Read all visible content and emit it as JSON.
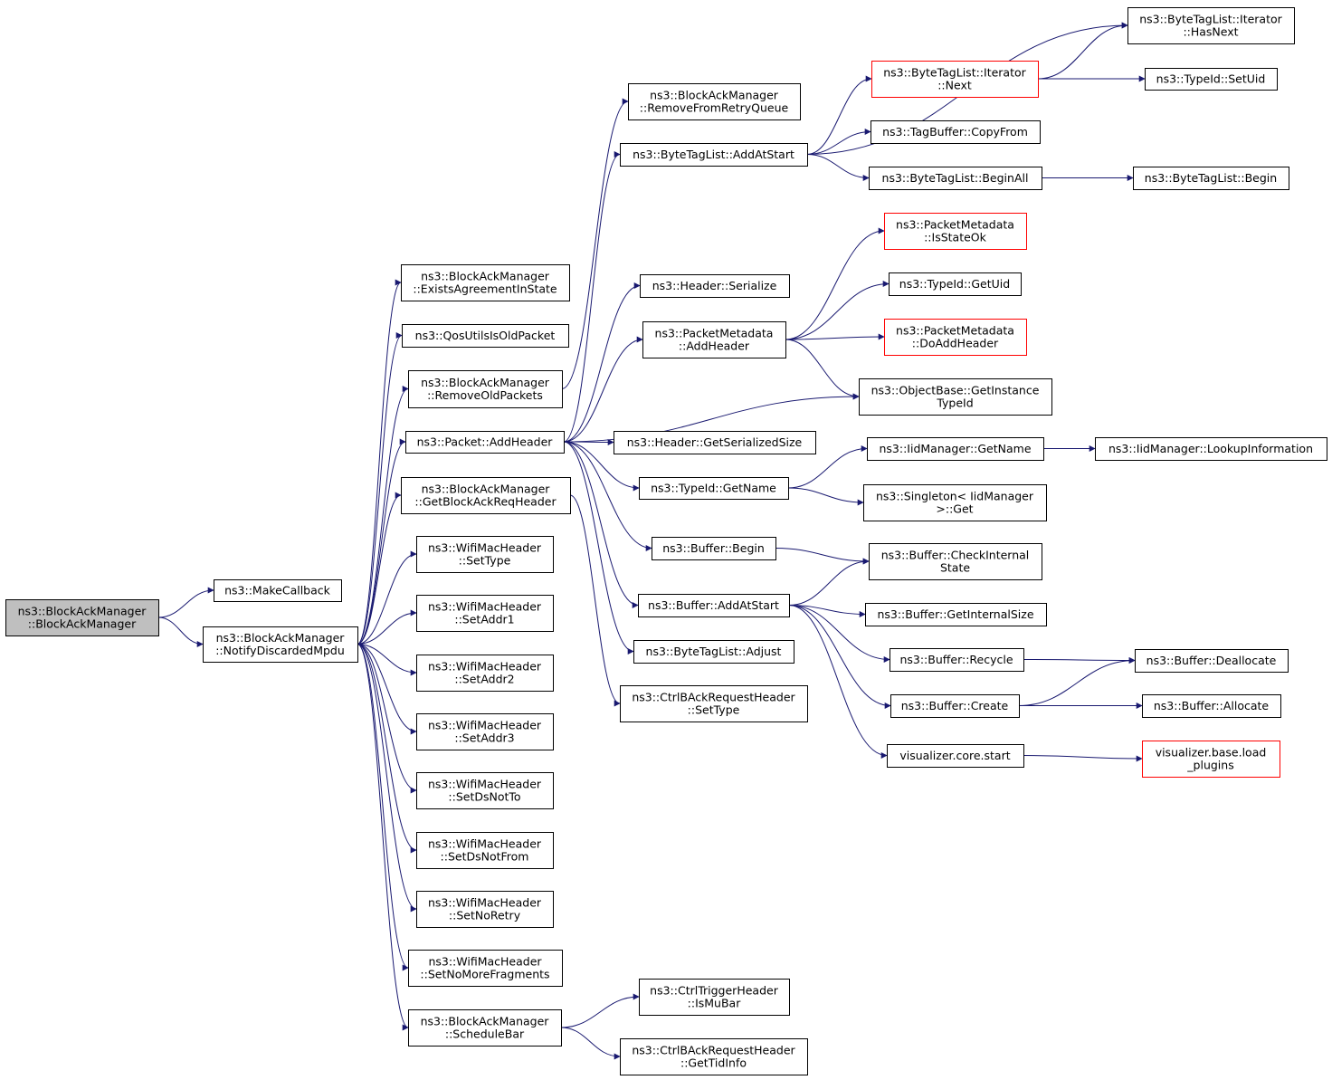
{
  "diagram": {
    "colors": {
      "edge": "#191970",
      "node_border": "#000000",
      "node_border_truncated": "#ff0000",
      "root_fill": "#bfbfbf",
      "node_fill": "#ffffff"
    },
    "nodes": [
      {
        "id": "root",
        "lines": [
          "ns3::BlockAckManager",
          "::BlockAckManager"
        ],
        "style": "root"
      },
      {
        "id": "makecb",
        "lines": [
          "ns3::MakeCallback"
        ],
        "style": "normal"
      },
      {
        "id": "notify",
        "lines": [
          "ns3::BlockAckManager",
          "::NotifyDiscardedMpdu"
        ],
        "style": "normal"
      },
      {
        "id": "exists",
        "lines": [
          "ns3::BlockAckManager",
          "::ExistsAgreementInState"
        ],
        "style": "normal"
      },
      {
        "id": "qosold",
        "lines": [
          "ns3::QosUtilsIsOldPacket"
        ],
        "style": "normal"
      },
      {
        "id": "removeold",
        "lines": [
          "ns3::BlockAckManager",
          "::RemoveOldPackets"
        ],
        "style": "normal"
      },
      {
        "id": "addheader",
        "lines": [
          "ns3::Packet::AddHeader"
        ],
        "style": "normal"
      },
      {
        "id": "getbar",
        "lines": [
          "ns3::BlockAckManager",
          "::GetBlockAckReqHeader"
        ],
        "style": "normal"
      },
      {
        "id": "settype",
        "lines": [
          "ns3::WifiMacHeader",
          "::SetType"
        ],
        "style": "normal"
      },
      {
        "id": "setaddr1",
        "lines": [
          "ns3::WifiMacHeader",
          "::SetAddr1"
        ],
        "style": "normal"
      },
      {
        "id": "setaddr2",
        "lines": [
          "ns3::WifiMacHeader",
          "::SetAddr2"
        ],
        "style": "normal"
      },
      {
        "id": "setaddr3",
        "lines": [
          "ns3::WifiMacHeader",
          "::SetAddr3"
        ],
        "style": "normal"
      },
      {
        "id": "setdsnotto",
        "lines": [
          "ns3::WifiMacHeader",
          "::SetDsNotTo"
        ],
        "style": "normal"
      },
      {
        "id": "setdsnotfrom",
        "lines": [
          "ns3::WifiMacHeader",
          "::SetDsNotFrom"
        ],
        "style": "normal"
      },
      {
        "id": "setnoretry",
        "lines": [
          "ns3::WifiMacHeader",
          "::SetNoRetry"
        ],
        "style": "normal"
      },
      {
        "id": "setnomore",
        "lines": [
          "ns3::WifiMacHeader",
          "::SetNoMoreFragments"
        ],
        "style": "normal"
      },
      {
        "id": "schedulebar",
        "lines": [
          "ns3::BlockAckManager",
          "::ScheduleBar"
        ],
        "style": "normal"
      },
      {
        "id": "removeretry",
        "lines": [
          "ns3::BlockAckManager",
          "::RemoveFromRetryQueue"
        ],
        "style": "normal"
      },
      {
        "id": "btl_addatstart",
        "lines": [
          "ns3::ByteTagList::AddAtStart"
        ],
        "style": "normal"
      },
      {
        "id": "hdr_serialize",
        "lines": [
          "ns3::Header::Serialize"
        ],
        "style": "normal"
      },
      {
        "id": "pm_addheader",
        "lines": [
          "ns3::PacketMetadata",
          "::AddHeader"
        ],
        "style": "normal"
      },
      {
        "id": "hdr_getsize",
        "lines": [
          "ns3::Header::GetSerializedSize"
        ],
        "style": "normal"
      },
      {
        "id": "typeid_getname",
        "lines": [
          "ns3::TypeId::GetName"
        ],
        "style": "normal"
      },
      {
        "id": "buf_begin",
        "lines": [
          "ns3::Buffer::Begin"
        ],
        "style": "normal"
      },
      {
        "id": "buf_addatstart",
        "lines": [
          "ns3::Buffer::AddAtStart"
        ],
        "style": "normal"
      },
      {
        "id": "btl_adjust",
        "lines": [
          "ns3::ByteTagList::Adjust"
        ],
        "style": "normal"
      },
      {
        "id": "ctrl_settype",
        "lines": [
          "ns3::CtrlBAckRequestHeader",
          "::SetType"
        ],
        "style": "normal"
      },
      {
        "id": "ismubar",
        "lines": [
          "ns3::CtrlTriggerHeader",
          "::IsMuBar"
        ],
        "style": "normal"
      },
      {
        "id": "gettidinfo",
        "lines": [
          "ns3::CtrlBAckRequestHeader",
          "::GetTidInfo"
        ],
        "style": "normal"
      },
      {
        "id": "it_hasnext",
        "lines": [
          "ns3::ByteTagList::Iterator",
          "::HasNext"
        ],
        "style": "normal"
      },
      {
        "id": "it_next",
        "lines": [
          "ns3::ByteTagList::Iterator",
          "::Next"
        ],
        "style": "truncated"
      },
      {
        "id": "typeid_setuid",
        "lines": [
          "ns3::TypeId::SetUid"
        ],
        "style": "normal"
      },
      {
        "id": "tagbuf_copyfrom",
        "lines": [
          "ns3::TagBuffer::CopyFrom"
        ],
        "style": "normal"
      },
      {
        "id": "btl_beginall",
        "lines": [
          "ns3::ByteTagList::BeginAll"
        ],
        "style": "normal"
      },
      {
        "id": "btl_begin",
        "lines": [
          "ns3::ByteTagList::Begin"
        ],
        "style": "normal"
      },
      {
        "id": "pm_isstateok",
        "lines": [
          "ns3::PacketMetadata",
          "::IsStateOk"
        ],
        "style": "truncated"
      },
      {
        "id": "typeid_getuid",
        "lines": [
          "ns3::TypeId::GetUid"
        ],
        "style": "normal"
      },
      {
        "id": "pm_doaddheader",
        "lines": [
          "ns3::PacketMetadata",
          "::DoAddHeader"
        ],
        "style": "truncated"
      },
      {
        "id": "ob_getinst",
        "lines": [
          "ns3::ObjectBase::GetInstance",
          "TypeId"
        ],
        "style": "normal"
      },
      {
        "id": "iid_getname",
        "lines": [
          "ns3::IidManager::GetName"
        ],
        "style": "normal"
      },
      {
        "id": "iid_lookup",
        "lines": [
          "ns3::IidManager::LookupInformation"
        ],
        "style": "normal"
      },
      {
        "id": "singleton_get",
        "lines": [
          "ns3::Singleton< IidManager",
          ">::Get"
        ],
        "style": "normal"
      },
      {
        "id": "buf_checkint",
        "lines": [
          "ns3::Buffer::CheckInternal",
          "State"
        ],
        "style": "normal"
      },
      {
        "id": "buf_getintsize",
        "lines": [
          "ns3::Buffer::GetInternalSize"
        ],
        "style": "normal"
      },
      {
        "id": "buf_recycle",
        "lines": [
          "ns3::Buffer::Recycle"
        ],
        "style": "normal"
      },
      {
        "id": "buf_create",
        "lines": [
          "ns3::Buffer::Create"
        ],
        "style": "normal"
      },
      {
        "id": "vis_start",
        "lines": [
          "visualizer.core.start"
        ],
        "style": "normal"
      },
      {
        "id": "buf_dealloc",
        "lines": [
          "ns3::Buffer::Deallocate"
        ],
        "style": "normal"
      },
      {
        "id": "buf_alloc",
        "lines": [
          "ns3::Buffer::Allocate"
        ],
        "style": "normal"
      },
      {
        "id": "vis_loadplugins",
        "lines": [
          "visualizer.base.load",
          "_plugins"
        ],
        "style": "truncated"
      }
    ],
    "edges": [
      [
        "root",
        "makecb"
      ],
      [
        "root",
        "notify"
      ],
      [
        "notify",
        "exists"
      ],
      [
        "notify",
        "qosold"
      ],
      [
        "notify",
        "removeold"
      ],
      [
        "notify",
        "addheader"
      ],
      [
        "notify",
        "getbar"
      ],
      [
        "notify",
        "settype"
      ],
      [
        "notify",
        "setaddr1"
      ],
      [
        "notify",
        "setaddr2"
      ],
      [
        "notify",
        "setaddr3"
      ],
      [
        "notify",
        "setdsnotto"
      ],
      [
        "notify",
        "setdsnotfrom"
      ],
      [
        "notify",
        "setnoretry"
      ],
      [
        "notify",
        "setnomore"
      ],
      [
        "notify",
        "schedulebar"
      ],
      [
        "removeold",
        "removeretry"
      ],
      [
        "addheader",
        "btl_addatstart"
      ],
      [
        "addheader",
        "hdr_serialize"
      ],
      [
        "addheader",
        "pm_addheader"
      ],
      [
        "addheader",
        "ob_getinst"
      ],
      [
        "addheader",
        "hdr_getsize"
      ],
      [
        "addheader",
        "typeid_getname"
      ],
      [
        "addheader",
        "buf_begin"
      ],
      [
        "addheader",
        "buf_addatstart"
      ],
      [
        "addheader",
        "btl_adjust"
      ],
      [
        "getbar",
        "ctrl_settype"
      ],
      [
        "schedulebar",
        "ismubar"
      ],
      [
        "schedulebar",
        "gettidinfo"
      ],
      [
        "btl_addatstart",
        "it_hasnext"
      ],
      [
        "btl_addatstart",
        "it_next"
      ],
      [
        "btl_addatstart",
        "tagbuf_copyfrom"
      ],
      [
        "btl_addatstart",
        "btl_beginall"
      ],
      [
        "it_next",
        "it_hasnext"
      ],
      [
        "it_next",
        "typeid_setuid"
      ],
      [
        "btl_beginall",
        "btl_begin"
      ],
      [
        "pm_addheader",
        "pm_isstateok"
      ],
      [
        "pm_addheader",
        "typeid_getuid"
      ],
      [
        "pm_addheader",
        "pm_doaddheader"
      ],
      [
        "pm_addheader",
        "ob_getinst"
      ],
      [
        "typeid_getname",
        "iid_getname"
      ],
      [
        "typeid_getname",
        "singleton_get"
      ],
      [
        "iid_getname",
        "iid_lookup"
      ],
      [
        "buf_begin",
        "buf_checkint"
      ],
      [
        "buf_addatstart",
        "buf_checkint"
      ],
      [
        "buf_addatstart",
        "buf_getintsize"
      ],
      [
        "buf_addatstart",
        "buf_recycle"
      ],
      [
        "buf_addatstart",
        "buf_create"
      ],
      [
        "buf_addatstart",
        "vis_start"
      ],
      [
        "buf_recycle",
        "buf_dealloc"
      ],
      [
        "buf_create",
        "buf_dealloc"
      ],
      [
        "buf_create",
        "buf_alloc"
      ],
      [
        "vis_start",
        "vis_loadplugins"
      ]
    ]
  }
}
